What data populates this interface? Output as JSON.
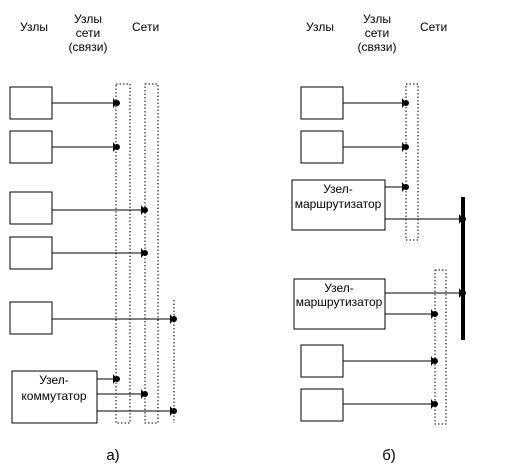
{
  "headers": {
    "nodes": "Узлы",
    "network_nodes_line1": "Узлы",
    "network_nodes_line2": "сети",
    "network_nodes_line3": "(связи)",
    "networks": "Сети"
  },
  "diagram_a": {
    "switch_line1": "Узел-",
    "switch_line2": "коммутатор",
    "caption": "а)"
  },
  "diagram_b": {
    "router1_line1": "Узел-",
    "router1_line2": "маршрутизатор",
    "router2_line1": "Узел-",
    "router2_line2": "маршрутизатор",
    "caption": "б)"
  }
}
